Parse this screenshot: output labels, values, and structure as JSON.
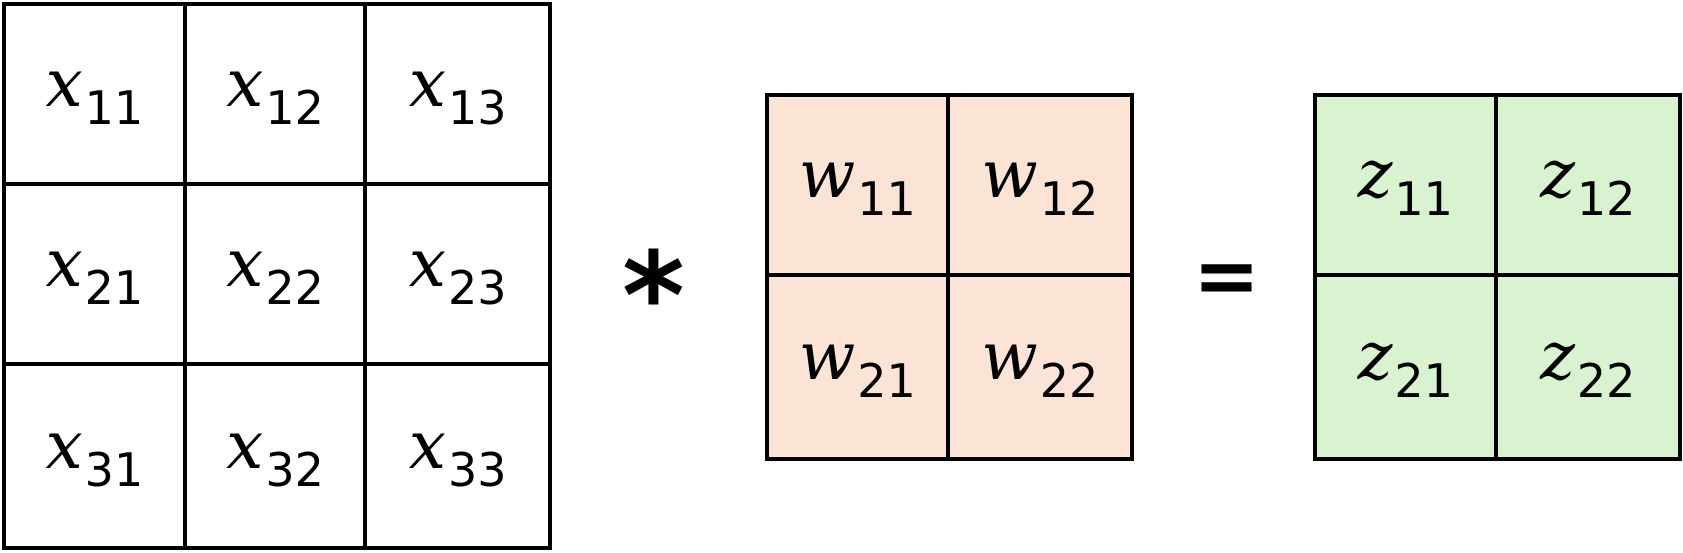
{
  "operators": {
    "convolve": "*",
    "equals": "="
  },
  "colors": {
    "input_fill": "#ffffff",
    "kernel_fill": "#fbe3d6",
    "output_fill": "#d9f2d0",
    "border": "#000000"
  },
  "input": {
    "symbol": "x",
    "cells": [
      [
        "11",
        "12",
        "13"
      ],
      [
        "21",
        "22",
        "23"
      ],
      [
        "31",
        "32",
        "33"
      ]
    ]
  },
  "kernel": {
    "symbol": "w",
    "cells": [
      [
        "11",
        "12"
      ],
      [
        "21",
        "22"
      ]
    ]
  },
  "output": {
    "symbol": "z",
    "cells": [
      [
        "11",
        "12"
      ],
      [
        "21",
        "22"
      ]
    ]
  }
}
